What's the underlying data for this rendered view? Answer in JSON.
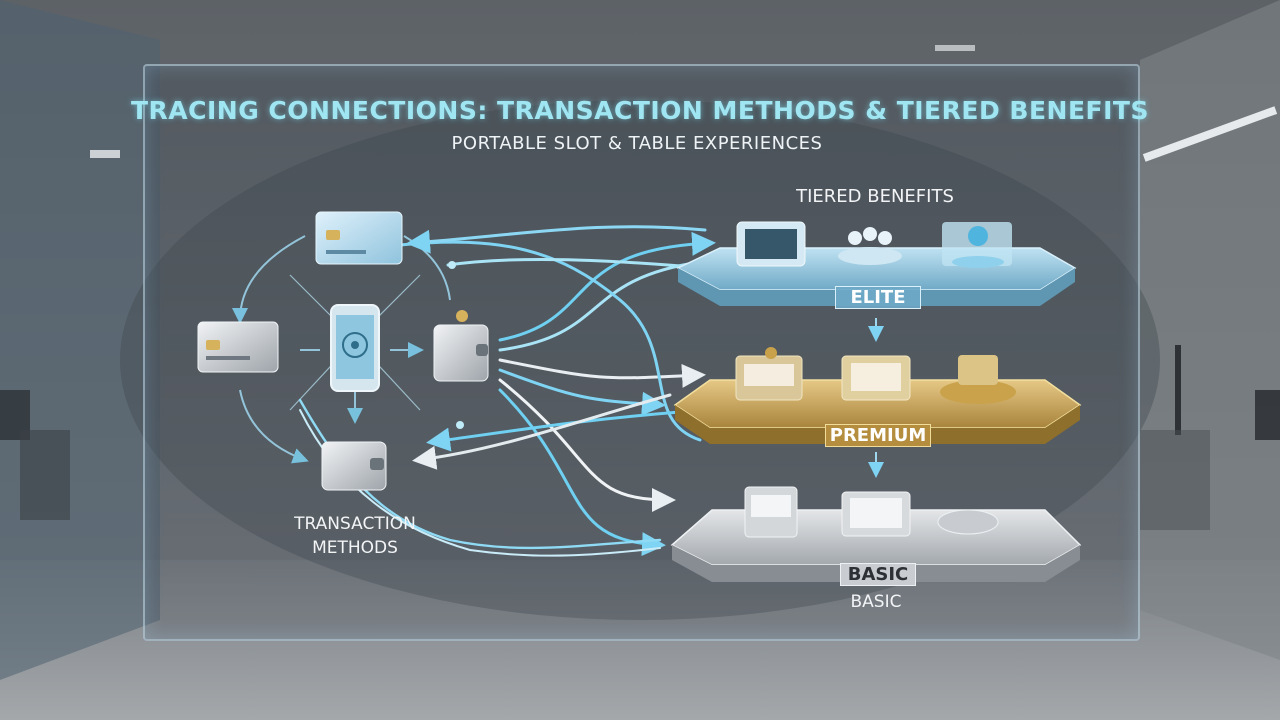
{
  "title": "TRACING CONNECTIONS: TRANSACTION METHODS & TIERED BENEFITS",
  "subtitle": "PORTABLE SLOT & TABLE EXPERIENCES",
  "left_group": {
    "label_line1": "TRANSACTION",
    "label_line2": "METHODS"
  },
  "right_group": {
    "label": "TIERED BENEFITS"
  },
  "tiers": [
    {
      "label": "ELITE",
      "color": "#8cc3dc"
    },
    {
      "label": "PREMIUM",
      "color": "#c9a75a"
    },
    {
      "label": "BASIC",
      "color": "#c4c8cc"
    }
  ],
  "basic_caption": "BASIC",
  "icons": [
    "credit-card-icon",
    "bank-card-icon",
    "smartphone-icon",
    "digital-wallet-icon",
    "wallet-icon",
    "tablet-game-icon",
    "players-table-icon",
    "hologram-icon",
    "slot-machine-icon",
    "card-table-icon",
    "roulette-icon"
  ]
}
